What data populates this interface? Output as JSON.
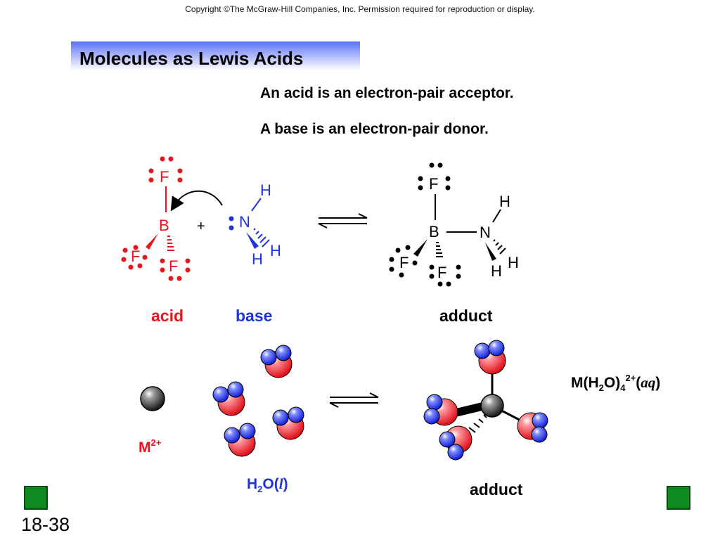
{
  "copyright": "Copyright ©The McGraw-Hill Companies, Inc.  Permission required for reproduction or display.",
  "title": "Molecules as Lewis Acids",
  "definitions": {
    "acid": "An acid is an electron-pair acceptor.",
    "base": "A base is an electron-pair donor."
  },
  "reaction": {
    "plus": "+",
    "acid_atoms": {
      "boron": "B",
      "fluorine": "F"
    },
    "base_atoms": {
      "nitrogen": "N",
      "hydrogen": "H"
    },
    "labels": {
      "acid": "acid",
      "base": "base",
      "adduct": "adduct"
    }
  },
  "hydration": {
    "metal": {
      "symbol": "M",
      "charge": "2+"
    },
    "water": {
      "formula_h": "H",
      "formula_sub": "2",
      "formula_o": "O(",
      "state": "l",
      "close": ")"
    },
    "adduct_label": "adduct",
    "complex": {
      "prefix": "M(H",
      "sub1": "2",
      "mid": "O)",
      "sub2": "4",
      "charge": "2+",
      "open": "(",
      "state": "aq",
      "close": ")"
    }
  },
  "footer": {
    "slide_number": "18-38",
    "prev_icon": "triangle-left-icon",
    "next_icon": "triangle-right-icon"
  },
  "colors": {
    "acid": "#e8141e",
    "base": "#1f35d8",
    "nav_button": "#0e8a20",
    "title_gradient_top": "#5b73f6"
  }
}
